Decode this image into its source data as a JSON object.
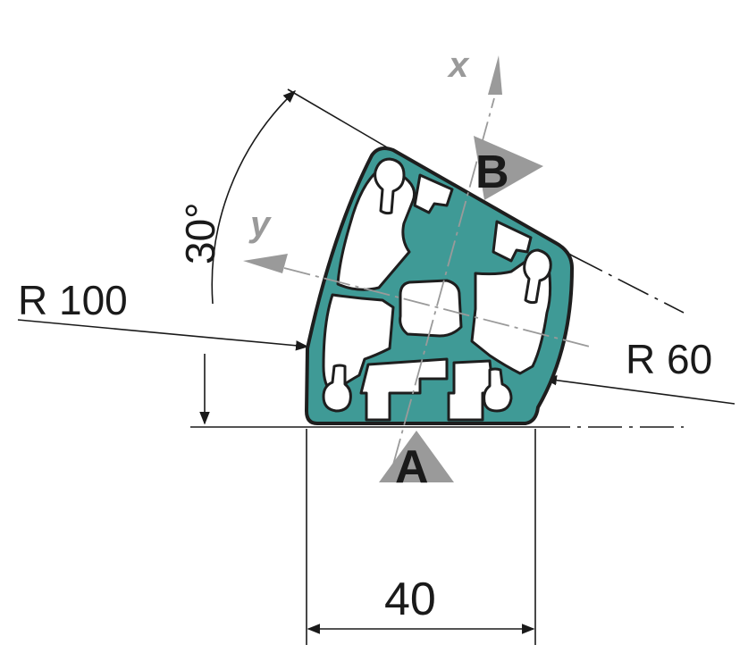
{
  "dimensions": {
    "radius_outer": "R 100",
    "radius_inner": "R 60",
    "angle": "30°",
    "width": "40"
  },
  "view_labels": {
    "view_a": "A",
    "view_b": "B"
  },
  "axis_labels": {
    "x": "x",
    "y": "y"
  },
  "colors": {
    "profile_fill": "#3f9a96",
    "profile_outline": "#1e1e1e",
    "view_marker": "#9a9a9a",
    "axis_line": "#9a9a9a",
    "dimension_line": "#1a1a1a"
  }
}
